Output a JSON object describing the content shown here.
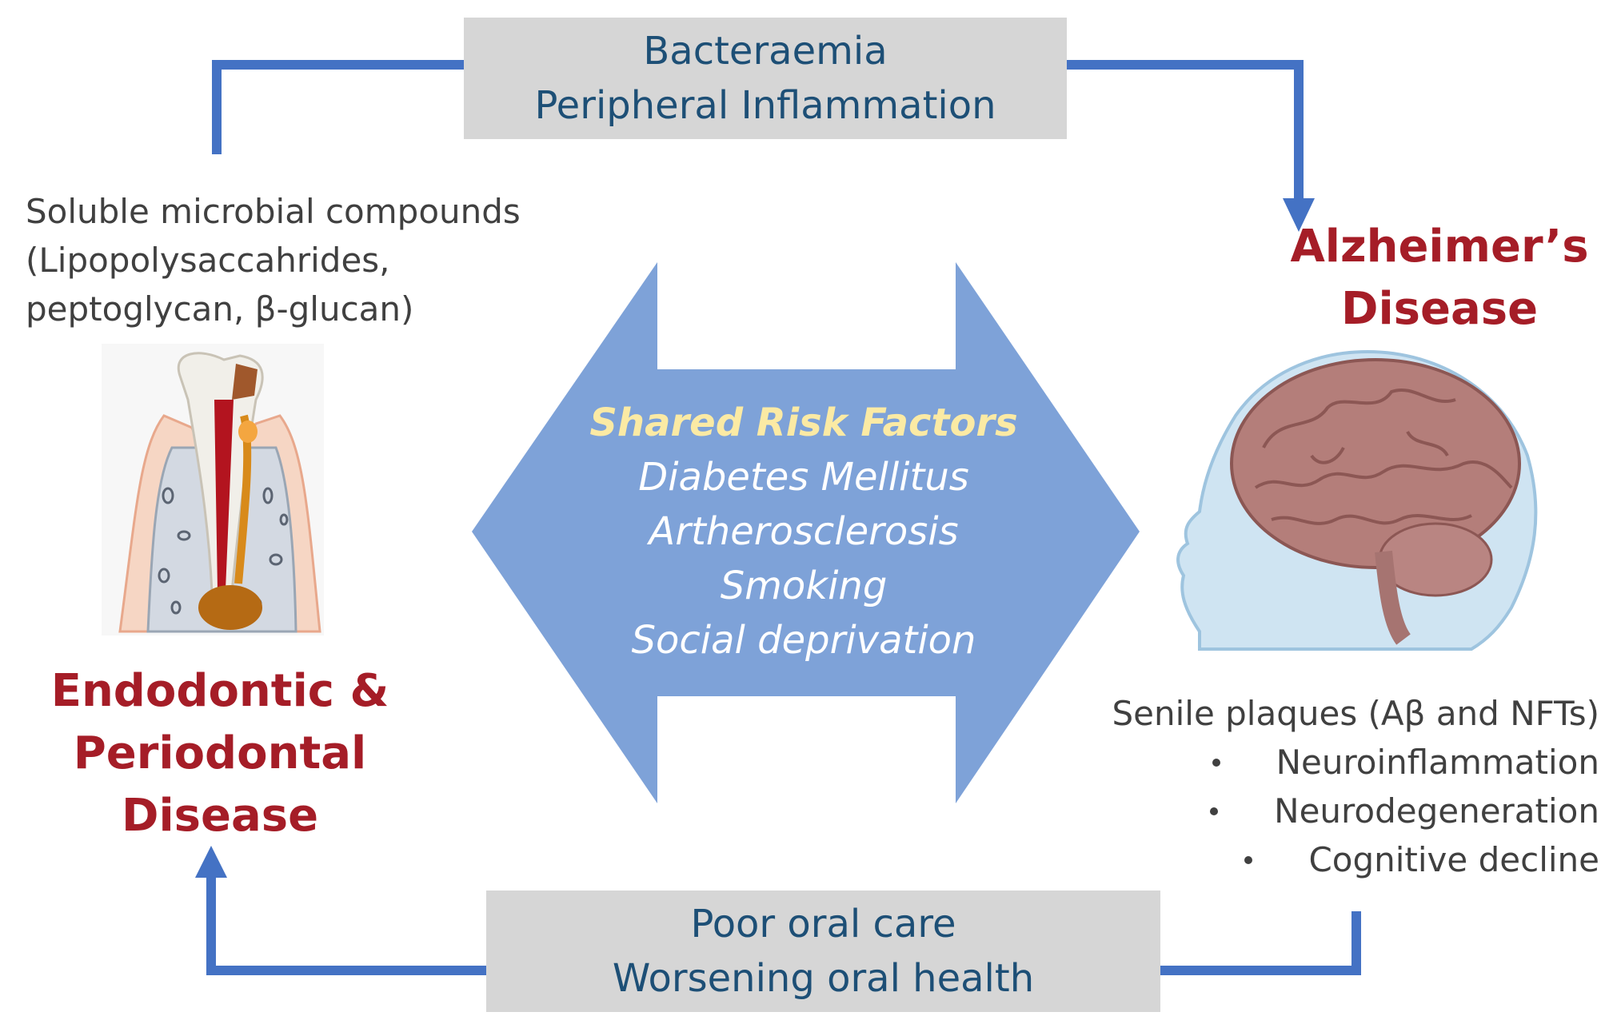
{
  "top_box": {
    "line1": "Bacteraemia",
    "line2": "Peripheral Inflammation"
  },
  "bottom_box": {
    "line1": "Poor oral care",
    "line2": "Worsening oral health"
  },
  "left_compounds": {
    "line1": "Soluble microbial compounds",
    "line2": "(Lipopolysaccahrides,",
    "line3": "peptoglycan, β-glucan)"
  },
  "left_title": {
    "line1": "Endodontic &",
    "line2": "Periodontal",
    "line3": "Disease"
  },
  "right_title": {
    "line1": "Alzheimer’s",
    "line2": "Disease"
  },
  "right_effects": {
    "heading": "Senile plaques (Aβ and NFTs)",
    "items": [
      "Neuroinflammation",
      "Neurodegeneration",
      "Cognitive decline"
    ]
  },
  "shared_risk": {
    "title": "Shared Risk Factors",
    "items": [
      "Diabetes Mellitus",
      "Artherosclerosis",
      "Smoking",
      "Social deprivation"
    ]
  },
  "colors": {
    "arrow_blue": "#4472c4",
    "center_arrow_fill": "#7ea2d8",
    "title_red": "#a51d27",
    "box_gray": "#d6d6d6",
    "box_text_blue": "#1d4f76",
    "risk_title_yellow": "#fbeaa4"
  },
  "images": {
    "tooth": "tooth-illustration",
    "brain": "brain-head-illustration"
  }
}
